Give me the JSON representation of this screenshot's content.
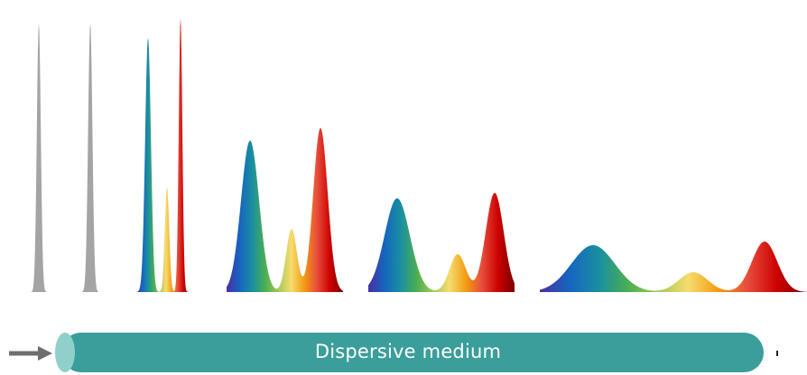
{
  "medium": {
    "label": "Dispersive medium",
    "tube_color": "#3a9e9a",
    "end_color": "#8fd0cb"
  },
  "arrow_color": "#6e6e6e",
  "pulse_colors": {
    "undispersed": "#a4a4a4",
    "spectrum_stops": [
      "#4b2fa0",
      "#1565c0",
      "#1a8fa0",
      "#4caf50",
      "#a5c85a",
      "#f7dc6f",
      "#f39c12",
      "#e74c3c",
      "#cc0000",
      "#7a0000"
    ]
  },
  "pulses": [
    {
      "name": "undispersed-pulse-1",
      "dispersed": false
    },
    {
      "name": "undispersed-pulse-2",
      "dispersed": false
    },
    {
      "name": "dispersed-pulse-1",
      "dispersed": true
    },
    {
      "name": "dispersed-pulse-2",
      "dispersed": true
    },
    {
      "name": "dispersed-pulse-3",
      "dispersed": true
    },
    {
      "name": "dispersed-pulse-4",
      "dispersed": true
    }
  ]
}
